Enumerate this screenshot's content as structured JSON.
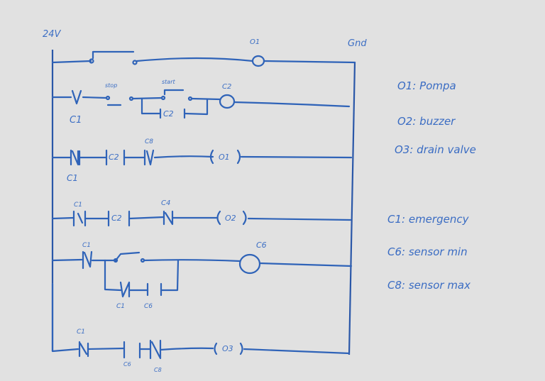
{
  "diagram": {
    "type": "ladder-logic",
    "left_rail_label": "24V",
    "right_rail_label": "Gnd",
    "colors": {
      "background": "#e1e1e1",
      "ink": "#2f63b8"
    },
    "rungs": [
      {
        "index": 1,
        "elements": [
          {
            "kind": "pushbutton-switch",
            "label": ""
          },
          {
            "kind": "output-coil-circle",
            "label": "O1"
          }
        ]
      },
      {
        "index": 2,
        "elements": [
          {
            "kind": "nc-contact",
            "label": "C1"
          },
          {
            "kind": "nc-pushbutton",
            "label": "stop"
          },
          {
            "kind": "no-pushbutton",
            "label": "start"
          },
          {
            "kind": "parallel-seal-in-contact",
            "label": "C2"
          },
          {
            "kind": "relay-coil-circle",
            "label": "C2"
          }
        ]
      },
      {
        "index": 3,
        "elements": [
          {
            "kind": "nc-contact",
            "label": "C1"
          },
          {
            "kind": "no-contact",
            "label": "C2"
          },
          {
            "kind": "nc-contact",
            "label": "C8"
          },
          {
            "kind": "output-coil",
            "label": "O1"
          }
        ]
      },
      {
        "index": 4,
        "elements": [
          {
            "kind": "nc-contact",
            "label": "C1"
          },
          {
            "kind": "no-contact",
            "label": "C2"
          },
          {
            "kind": "nc-contact",
            "label": "C4"
          },
          {
            "kind": "output-coil",
            "label": "O2"
          }
        ]
      },
      {
        "index": 5,
        "elements": [
          {
            "kind": "nc-contact",
            "label": "C1"
          },
          {
            "kind": "no-switch",
            "label": ""
          },
          {
            "kind": "parallel-nc-contact",
            "label": "C1"
          },
          {
            "kind": "parallel-no-contact",
            "label": "C6"
          },
          {
            "kind": "relay-coil-circle",
            "label": "C6"
          }
        ]
      },
      {
        "index": 6,
        "elements": [
          {
            "kind": "nc-contact",
            "label": "C1"
          },
          {
            "kind": "no-contact",
            "label": "C6"
          },
          {
            "kind": "nc-contact",
            "label": "C8"
          },
          {
            "kind": "output-coil",
            "label": "O3"
          }
        ]
      }
    ],
    "labels": {
      "r1_coil": "O1",
      "r2_nc": "C1",
      "r2_stop": "stop",
      "r2_start": "start",
      "r2_seal": "C2",
      "r2_coil": "C2",
      "r3_c1": "C1",
      "r3_c2": "C2",
      "r3_c8": "C8",
      "r3_coil": "O1",
      "r4_c1": "C1",
      "r4_c2": "C2",
      "r4_c4": "C4",
      "r4_coil": "O2",
      "r5_c1": "C1",
      "r5_par_c1": "C1",
      "r5_par_c6": "C6",
      "r5_coil": "C6",
      "r6_c1": "C1",
      "r6_c6": "C6",
      "r6_c8": "C8",
      "r6_coil": "O3"
    }
  },
  "legend": {
    "outputs": [
      {
        "id": "O1",
        "text": "O1: Pompa"
      },
      {
        "id": "O2",
        "text": "O2: buzzer"
      },
      {
        "id": "O3",
        "text": "O3: drain valve"
      }
    ],
    "inputs": [
      {
        "id": "C1",
        "text": "C1: emergency"
      },
      {
        "id": "C6",
        "text": "C6: sensor min"
      },
      {
        "id": "C8",
        "text": "C8: sensor max"
      }
    ]
  }
}
